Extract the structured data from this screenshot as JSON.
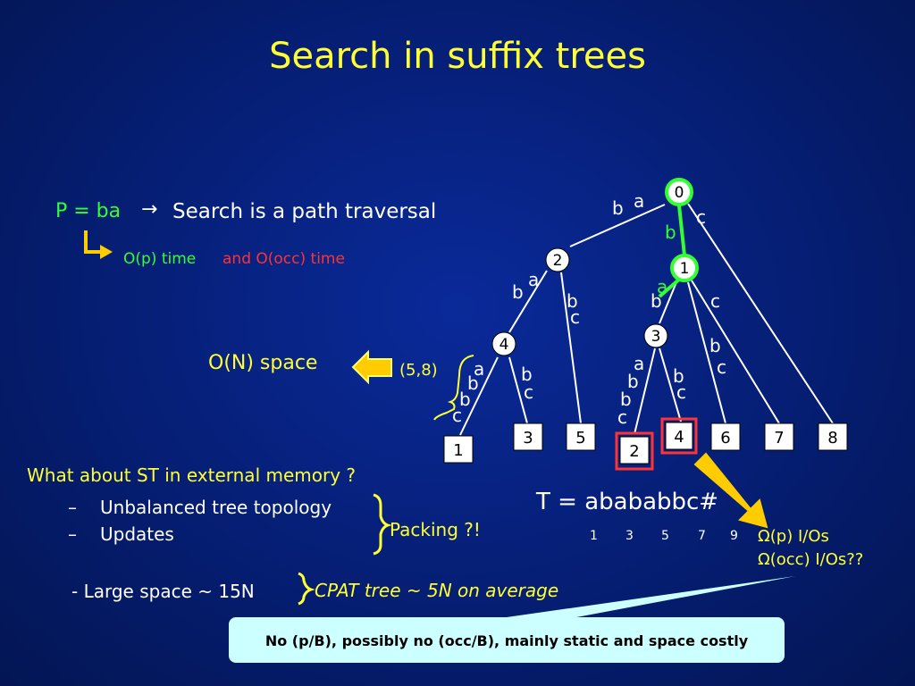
{
  "slide": {
    "title": "Search in suffix trees"
  },
  "pattern": {
    "label": "P = ba",
    "arrow": "→",
    "description": "Search is a path traversal",
    "time_p": "O(p) time",
    "time_occ": "and O(occ) time"
  },
  "space": {
    "label": "O(N) space",
    "pair": "(5,8)"
  },
  "tree": {
    "nodes": [
      "0",
      "2",
      "1",
      "4",
      "3"
    ],
    "edge_labels": {
      "root_left_b": "b",
      "root_left_a": "a",
      "root_c": "c",
      "root_b": "b",
      "n2_b": "b",
      "n2_a": "a",
      "n2_b2": "b",
      "n2_c2": "c",
      "n1_a": "a",
      "n1_b": "b",
      "n1_c": "c",
      "n1_b3": "b",
      "n1_c3": "c",
      "n4_a": "a",
      "n4_b1": "b",
      "n4_b2": "b",
      "n4_c1": "c",
      "n4_b3": "b",
      "n4_c3": "c",
      "n3_a": "a",
      "n3_b1": "b",
      "n3_b2": "b",
      "n3_c1": "c",
      "n3_b3": "b",
      "n3_c3": "c"
    },
    "leaves": [
      "1",
      "3",
      "5",
      "2",
      "4",
      "6",
      "7",
      "8"
    ]
  },
  "text_string": {
    "label": "T = abababbc#",
    "positions": [
      "1",
      "3",
      "5",
      "7",
      "9"
    ]
  },
  "io": {
    "line1": "Ω(p) I/Os",
    "line2": "Ω(occ) I/Os??"
  },
  "external_memory": {
    "question": "What about ST in external memory ?",
    "dash": "–",
    "item1": "Unbalanced tree topology",
    "item2": "Updates",
    "packing": "Packing ?!",
    "large_space": "- Large space ~ 15N",
    "cpat": "CPAT tree ~ 5N on average"
  },
  "callout": {
    "text": "No (p/B), possibly no (occ/B), mainly static and space costly"
  },
  "colors": {
    "background": "#06207a",
    "title": "#ffff33",
    "highlight_path": "#33ff33",
    "match_leaf": "#ff3333",
    "callout_bg": "#ccffff"
  }
}
